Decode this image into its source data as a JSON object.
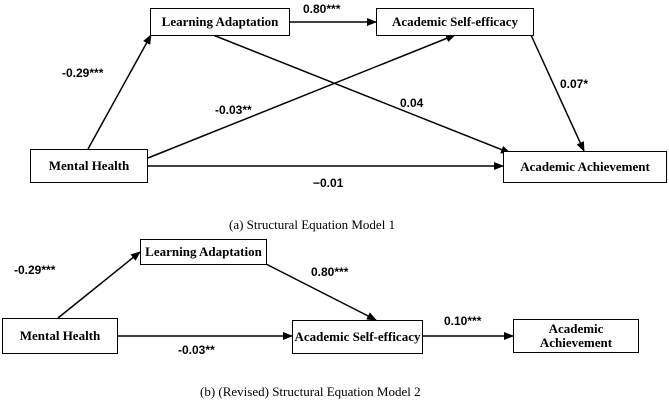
{
  "model1": {
    "nodes": {
      "learning_adaptation": "Learning Adaptation",
      "academic_self_efficacy": "Academic Self-efficacy",
      "mental_health": "Mental Health",
      "academic_achievement": "Academic Achievement"
    },
    "paths": {
      "mh_to_la": "-0.29***",
      "la_to_ase": "0.80***",
      "mh_to_ase": "-0.03**",
      "la_to_aa": "0.04",
      "ase_to_aa": "0.07*",
      "mh_to_aa": "−0.01"
    },
    "caption": "(a) Structural Equation Model 1"
  },
  "model2": {
    "nodes": {
      "learning_adaptation": "Learning Adaptation",
      "mental_health": "Mental Health",
      "academic_self_efficacy": "Academic Self-efficacy",
      "academic_achievement_line1": "Academic",
      "academic_achievement_line2": "Achievement"
    },
    "paths": {
      "mh_to_la": "-0.29***",
      "la_to_ase": "0.80***",
      "mh_to_ase": "-0.03**",
      "ase_to_aa": "0.10***"
    },
    "caption": "(b) (Revised) Structural Equation Model 2"
  }
}
